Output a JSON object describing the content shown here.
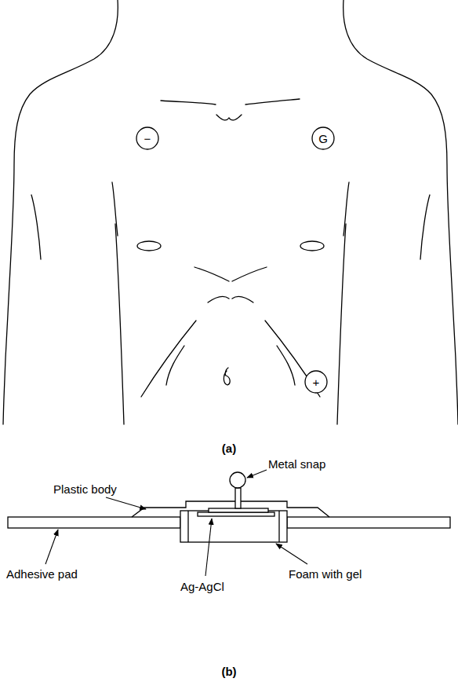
{
  "diagram": {
    "nodes": [
      {
        "text": [
          "−"
        ]
      },
      {
        "text": [
          "G"
        ]
      },
      {
        "text": [
          "+"
        ]
      }
    ],
    "labels": [
      "(a)",
      "Metal snap",
      "Plastic body",
      "Adhesive pad",
      "Ag-AgCl",
      "Foam with gel",
      "(b)"
    ]
  }
}
